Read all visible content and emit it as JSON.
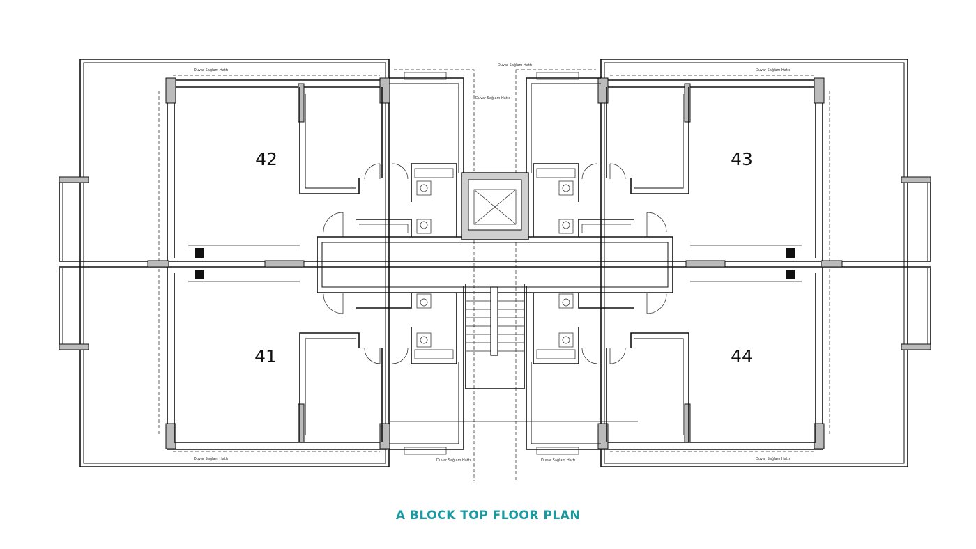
{
  "title": "A BLOCK TOP FLOOR PLAN",
  "title_color": "#1a9aa0",
  "units": [
    "42",
    "43",
    "41",
    "44"
  ],
  "small_label": "Duvar Sağlam Hattı"
}
